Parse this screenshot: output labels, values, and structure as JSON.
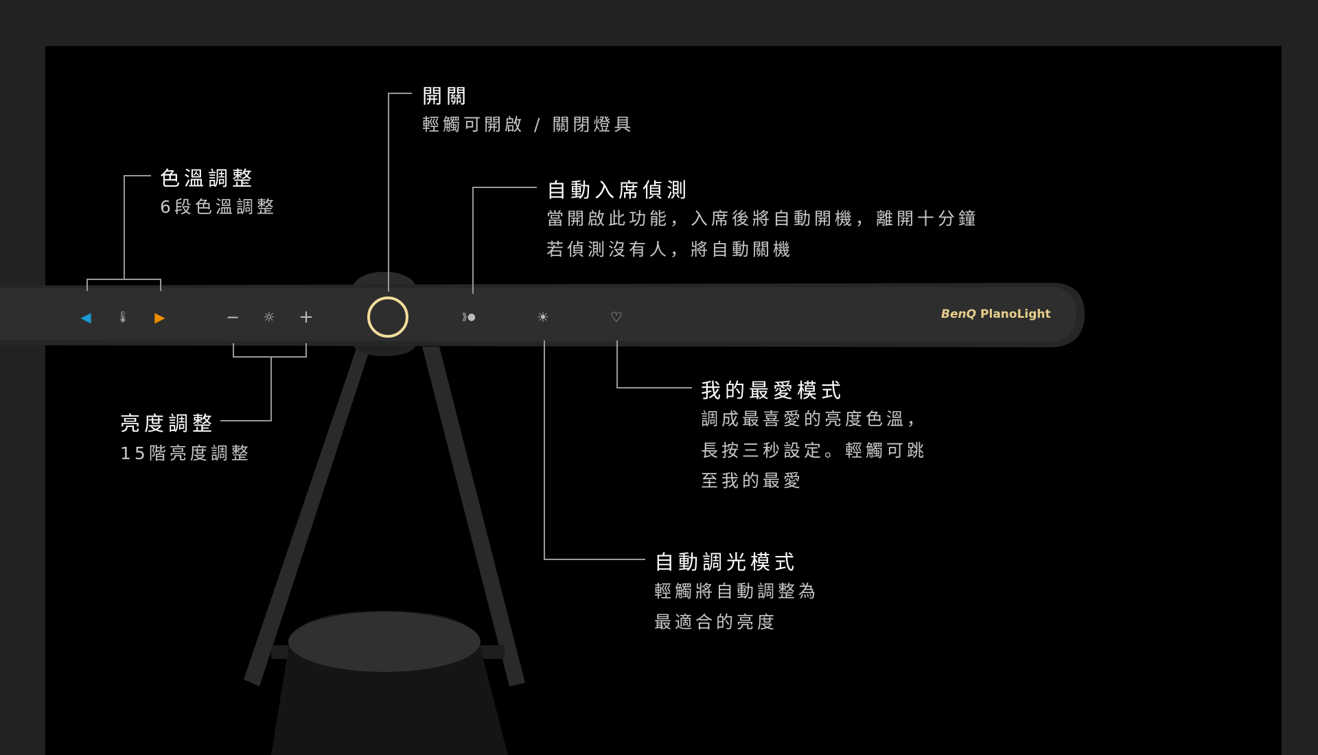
{
  "colors": {
    "accent_ring": "#f3dd9a",
    "left_arrow": "#1a9ad6",
    "right_arrow": "#f08c00",
    "logo": "#e6cf8c"
  },
  "logo": {
    "brand": "BenQ",
    "product": "PlanoLight"
  },
  "labels": {
    "power": {
      "title": "開關",
      "desc": [
        "輕觸可開啟 / 關閉燈具"
      ]
    },
    "color_temp": {
      "title": "色溫調整",
      "desc": [
        "6段色溫調整"
      ]
    },
    "presence": {
      "title": "自動入席偵測",
      "desc": [
        "當開啟此功能，入席後將自動開機，離開十分鐘",
        "若偵測沒有人，將自動關機"
      ]
    },
    "brightness": {
      "title": "亮度調整",
      "desc": [
        "15階亮度調整"
      ]
    },
    "favorite": {
      "title": "我的最愛模式",
      "desc": [
        "調成最喜愛的亮度色溫，",
        "長按三秒設定。輕觸可跳",
        "至我的最愛"
      ]
    },
    "auto_dim": {
      "title": "自動調光模式",
      "desc": [
        "輕觸將自動調整為",
        "最適合的亮度"
      ]
    }
  },
  "icons": {
    "left": "◀",
    "thermo": "🌡",
    "right": "▶",
    "minus": "−",
    "sun": "☼",
    "plus": "+",
    "presence": "⟫●",
    "auto": "☀",
    "heart": "♡"
  }
}
